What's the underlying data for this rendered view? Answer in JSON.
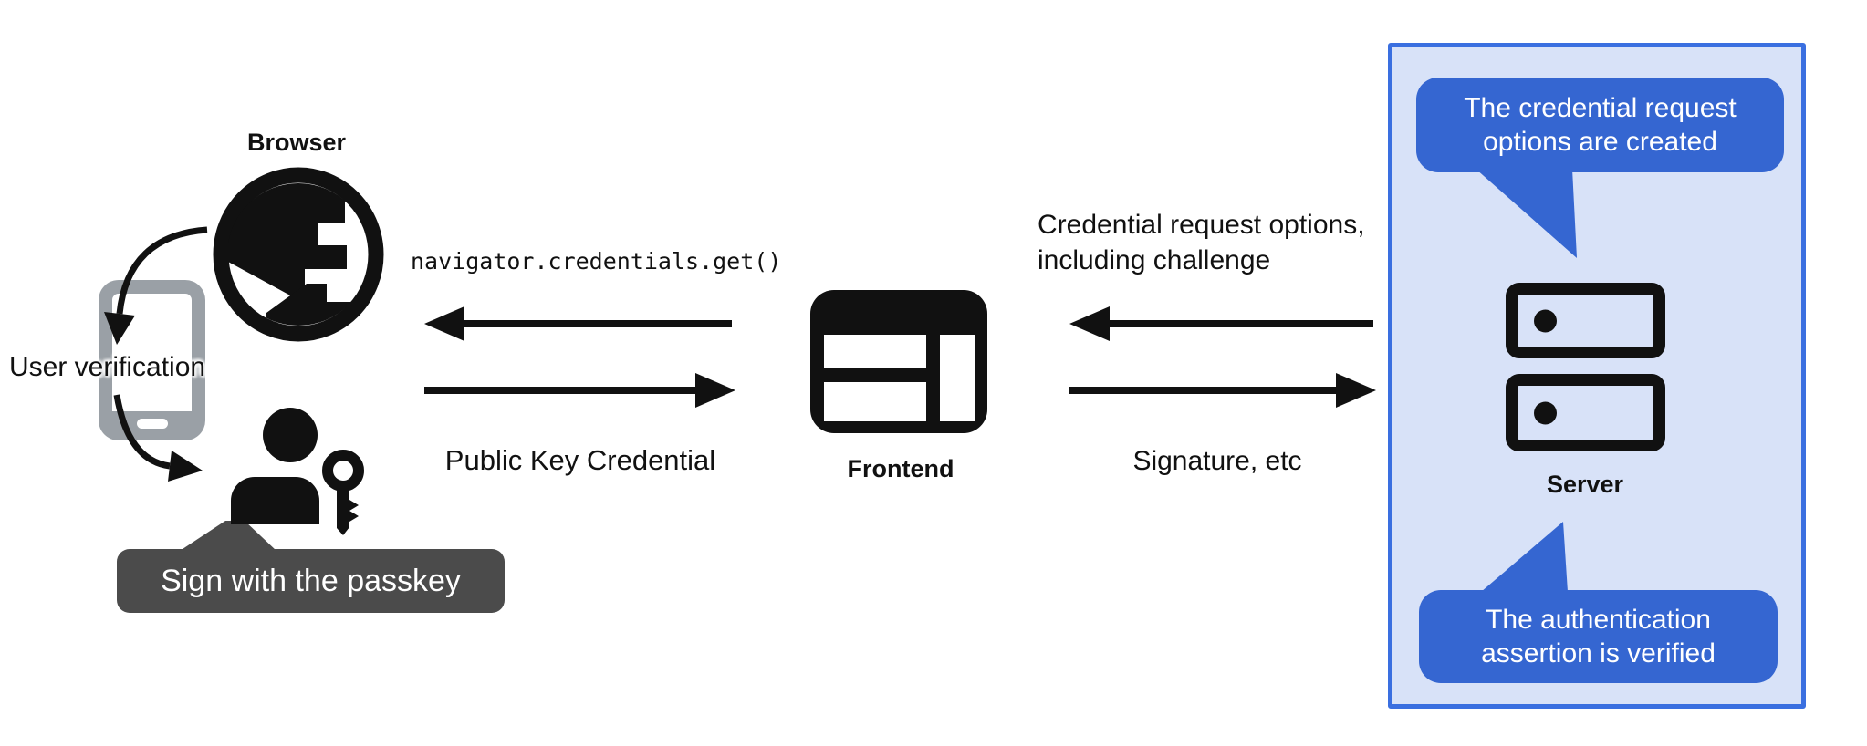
{
  "diagram": {
    "left": {
      "browser_label": "Browser",
      "user_verification_label": "User verification",
      "sign_bubble_text": "Sign with the passkey"
    },
    "middle": {
      "code_text": "navigator.credentials.get()",
      "public_key_credential_label": "Public Key Credential",
      "frontend_label": "Frontend"
    },
    "right": {
      "credential_request_line1": "Credential request options,",
      "credential_request_line2": "including challenge",
      "signature_label": "Signature, etc",
      "server_label": "Server",
      "callout_top_line1": "The credential request",
      "callout_top_line2": "options are created",
      "callout_bottom_line1": "The authentication",
      "callout_bottom_line2": "assertion is verified"
    },
    "icons": [
      "globe-icon",
      "smartphone-icon",
      "person-icon",
      "key-icon",
      "browser-window-icon",
      "server-icon",
      "arrow-icons",
      "speech-bubble-tails"
    ],
    "colors": {
      "ink": "#111111",
      "phone_gray": "#9aa0a6",
      "tooltip_gray": "#4b4b4b",
      "callout_blue": "#3566d1",
      "server_border_blue": "#3a6fe0",
      "server_fill_blue": "#d8e2f8",
      "background": "#ffffff"
    }
  }
}
